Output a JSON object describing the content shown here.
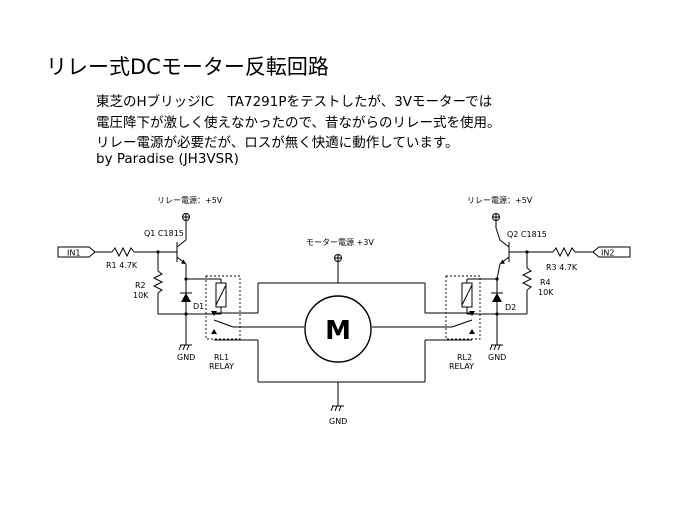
{
  "title": "リレー式DCモーター反転回路",
  "description": [
    "東芝のHブリッジIC　TA7291Pをテストしたが、3Vモーターでは",
    "電圧降下が激しく使えなかったので、昔ながらのリレー式を使用。",
    "リレー電源が必要だが、ロスが無く快適に動作しています。",
    "by Paradise (JH3VSR)"
  ],
  "labels": {
    "relay_supply_left": "リレー電源：+5V",
    "relay_supply_right": "リレー電源：+5V",
    "motor_supply": "モーター電源 +3V",
    "in1": "IN1",
    "in2": "IN2",
    "q1": "Q1 C1815",
    "q2": "Q2 C1815",
    "r1": "R1  4.7K",
    "r2_name": "R2",
    "r2_value": "10K",
    "r3": "R3  4.7K",
    "r4_name": "R4",
    "r4_value": "10K",
    "d1": "D1",
    "d2": "D2",
    "rl1_name": "RL1",
    "rl1_type": "RELAY",
    "rl2_name": "RL2",
    "rl2_type": "RELAY",
    "gnd_left": "GND",
    "gnd_right": "GND",
    "gnd_bottom": "GND",
    "motor": "M"
  }
}
